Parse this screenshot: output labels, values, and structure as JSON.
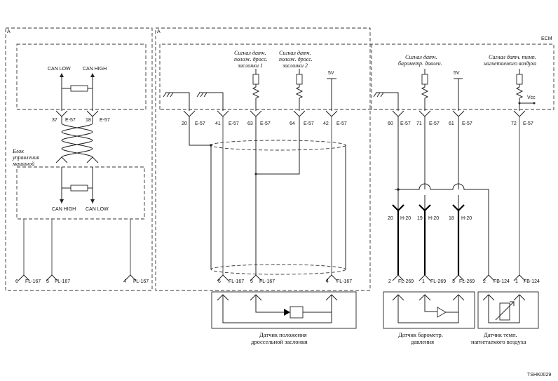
{
  "areas": {
    "left_tag": "A",
    "right_tag": "A",
    "ecm": "ECM"
  },
  "can": {
    "low_top": "CAN LOW",
    "high_top": "CAN HIGH",
    "high_bottom": "CAN HIGH",
    "low_bottom": "CAN LOW"
  },
  "vehicle_unit": {
    "line1": "Блок",
    "line2": "управления",
    "line3": "машиной"
  },
  "ecm_pins": [
    {
      "pin": "37",
      "conn": "E-57"
    },
    {
      "pin": "18",
      "conn": "E-57"
    },
    {
      "pin": "20",
      "conn": "E-57"
    },
    {
      "pin": "41",
      "conn": "E-57"
    },
    {
      "pin": "63",
      "conn": "E-57"
    },
    {
      "pin": "64",
      "conn": "E-57"
    },
    {
      "pin": "42",
      "conn": "E-57"
    },
    {
      "pin": "60",
      "conn": "E-57"
    },
    {
      "pin": "71",
      "conn": "E-57"
    },
    {
      "pin": "61",
      "conn": "E-57"
    },
    {
      "pin": "72",
      "conn": "E-57"
    }
  ],
  "signals": {
    "tps1": [
      "Сигнал датч.",
      "полож. дросс.",
      "заслонки 1"
    ],
    "tps2": [
      "Сигнал датч.",
      "полож. дросс.",
      "заслонки 2"
    ],
    "baro": [
      "Сигнал датч.",
      "барометр. давлен."
    ],
    "iat": [
      "Сигнал датч. темп.",
      "нагнетаемого воздуха"
    ]
  },
  "supply": {
    "v5_a": "5V",
    "v5_b": "5V",
    "vcc": "Vcc"
  },
  "h20_pins": [
    {
      "pin": "20",
      "conn": "H-20"
    },
    {
      "pin": "19",
      "conn": "H-20"
    },
    {
      "pin": "18",
      "conn": "H-20"
    }
  ],
  "bottom_pins": [
    {
      "pin": "6",
      "conn": "FL-167"
    },
    {
      "pin": "5",
      "conn": "FL-167"
    },
    {
      "pin": "4",
      "conn": "FL-167"
    },
    {
      "pin": "6",
      "conn": "FL-167"
    },
    {
      "pin": "5",
      "conn": "FL-167"
    },
    {
      "pin": "4",
      "conn": "FL-167"
    },
    {
      "pin": "2",
      "conn": "FL-269"
    },
    {
      "pin": "1",
      "conn": "FL-269"
    },
    {
      "pin": "3",
      "conn": "FL-269"
    },
    {
      "pin": "2",
      "conn": "FB-124"
    },
    {
      "pin": "1",
      "conn": "FB-124"
    }
  ],
  "sensors": {
    "throttle": [
      "Датчик положения",
      "дроссельной заслонки"
    ],
    "baro": [
      "Датчик барометр.",
      "давления"
    ],
    "iat": [
      "Датчик темп.",
      "нагнетаемого воздуха"
    ]
  },
  "code": "TSHK0029"
}
